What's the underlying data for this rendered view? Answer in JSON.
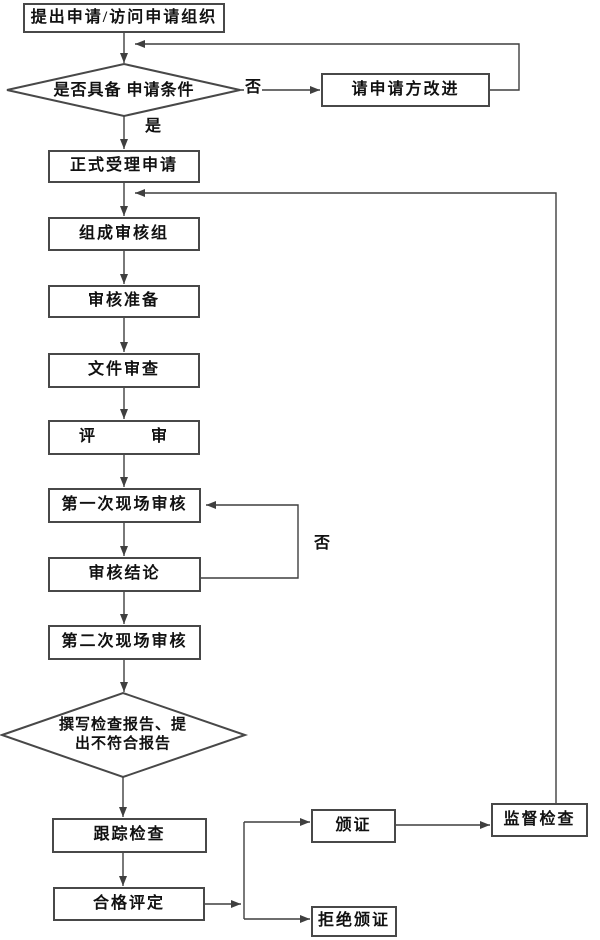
{
  "flowchart": {
    "nodes": {
      "start": "提出申请/访问申请组织",
      "check_conditions": "是否具备 申请条件",
      "improve": "请申请方改进",
      "accept": "正式受理申请",
      "form_team": "组成审核组",
      "audit_prep": "审核准备",
      "doc_review": "文件审查",
      "review": "评　　　审",
      "first_onsite": "第一次现场审核",
      "audit_conclusion": "审核结论",
      "second_onsite": "第二次现场审核",
      "write_report": "撰写检查报告、提\n出不符合报告",
      "follow_up": "跟踪检查",
      "conformity": "合格评定",
      "certify": "颁证",
      "refuse": "拒绝颁证",
      "supervision": "监督检查"
    },
    "edge_labels": {
      "not_qualified": "否",
      "qualified": "是",
      "conclusion_no": "否"
    },
    "colors": {
      "line": "#3f3f3f",
      "border": "#484848",
      "text": "#111111",
      "background": "#ffffff"
    }
  }
}
